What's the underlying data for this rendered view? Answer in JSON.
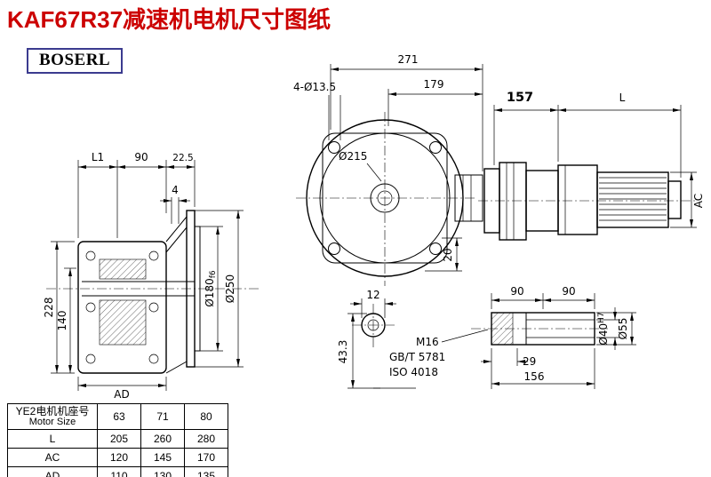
{
  "page": {
    "title": "KAF67R37减速机电机尺寸图纸",
    "logo": "BOSERL",
    "colors": {
      "title_red": "#cc0000",
      "line": "#000000",
      "background": "#ffffff",
      "logo_border": "#3b3b8f"
    }
  },
  "front_view": {
    "dim_width": "271",
    "dim_flange": "179",
    "holes": "4-Ø13.5",
    "flange_dia": "Ø215",
    "dim_bottom": "20"
  },
  "motor_view": {
    "dim_157": "157",
    "dim_length": "L",
    "dim_height": "AC"
  },
  "side_view": {
    "dim_l1": "L1",
    "dim_90": "90",
    "dim_22_5": "22.5",
    "dim_4": "4",
    "dim_228": "228",
    "dim_140": "140",
    "dim_ad": "AD",
    "pilot_dia": "Ø180",
    "pilot_tol": "f6",
    "flange_od": "Ø250"
  },
  "section_view": {
    "dim_12": "12",
    "dim_43_3": "43.3"
  },
  "shaft_view": {
    "dim_90a": "90",
    "dim_90b": "90",
    "thread": "M16",
    "std_gb": "GB/T 5781",
    "std_iso": "ISO 4018",
    "dim_29": "29",
    "dim_156": "156",
    "bore_dia": "Ø40",
    "bore_tol": "H7",
    "shaft_dia": "Ø55"
  },
  "table": {
    "header_cn": "YE2电机机座号",
    "header_en": "Motor Size",
    "sizes": [
      "63",
      "71",
      "80"
    ],
    "rows": [
      {
        "label": "L",
        "values": [
          "205",
          "260",
          "280"
        ]
      },
      {
        "label": "AC",
        "values": [
          "120",
          "145",
          "170"
        ]
      },
      {
        "label": "AD",
        "values": [
          "110",
          "130",
          "135"
        ]
      }
    ]
  }
}
